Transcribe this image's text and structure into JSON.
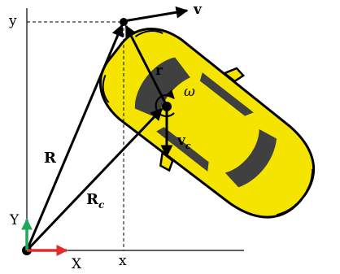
{
  "labels": {
    "y_axis": "y",
    "x_axis": "x",
    "velocity": "v",
    "r": "r",
    "omega": "ω",
    "vc_main": "v",
    "vc_sub": "c",
    "R": "R",
    "Rc_main": "R",
    "Rc_sub": "c",
    "frame_Y": "Y",
    "frame_X": "X"
  },
  "colors": {
    "car_body": "#f5e400",
    "car_outline": "#000000",
    "windows": "#404040",
    "frame_x_axis": "#e32b2b",
    "frame_y_axis": "#1fa85a",
    "vectors": "#000000"
  }
}
